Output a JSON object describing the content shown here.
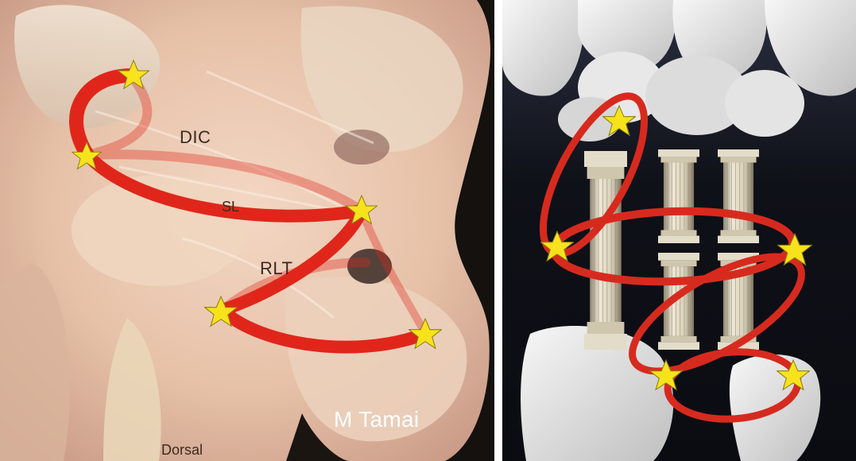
{
  "left_panel": {
    "labels": {
      "dic": "DIC",
      "sl": "SL",
      "rlt": "RLT",
      "credit": "M Tamai",
      "dorsal": "Dorsal"
    },
    "colors": {
      "ligament_arc": "#e0261b",
      "star": "#f6e31c"
    }
  },
  "right_panel": {
    "colors": {
      "ring": "#d72a1f",
      "star": "#f6e31c",
      "column": "#d6ceb7"
    },
    "background": "#0f1118"
  }
}
